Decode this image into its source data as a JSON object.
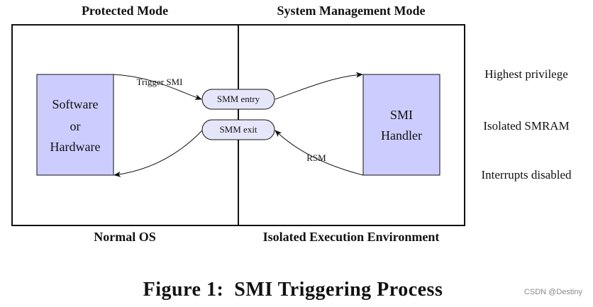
{
  "headers": {
    "left_top": "Protected Mode",
    "right_top": "System Management Mode",
    "left_bottom": "Normal OS",
    "right_bottom": "Isolated Execution Environment"
  },
  "left_box": {
    "line1": "Software",
    "line2": "or",
    "line3": "Hardware"
  },
  "right_box": {
    "line1": "SMI",
    "line2": "Handler"
  },
  "pills": {
    "entry": "SMM  entry",
    "exit": "SMM  exit"
  },
  "arrow_labels": {
    "trigger": "Trigger SMI",
    "rsm": "RSM"
  },
  "properties": [
    "Highest privilege",
    "Isolated SMRAM",
    "Interrupts disabled"
  ],
  "caption": "Figure 1:  SMI Triggering Process",
  "watermark": "CSDN @Destiny",
  "colors": {
    "box_fill": "#ccccff",
    "pill_fill": "#e6e6fa"
  }
}
